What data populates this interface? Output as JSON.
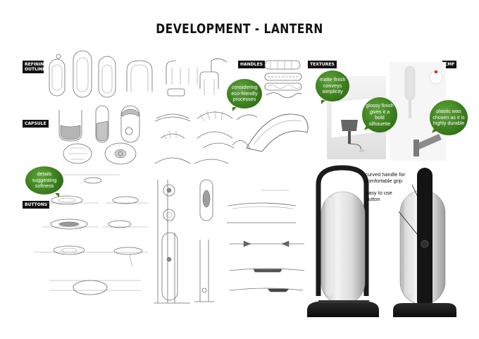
{
  "title": "DEVELOPMENT - LANTERN",
  "section_tags": {
    "refining_outline": "REFINING OUTLINE",
    "capsule": "CAPSULE",
    "buttons": "BUTTONS",
    "handles": "HANDLES",
    "textures": "TEXTURES",
    "cmf": "CMF"
  },
  "bubbles": {
    "eco": "considering eco-friendly processes",
    "softness": "details suggesting softness",
    "matte": "matte finish conveys simplicity",
    "glossy": "glossy finish gives it a bold silhouette",
    "plastic": "plastic was chosen as it is highly durable"
  },
  "annotations": {
    "handle": "curved handle for comfortable grip",
    "button": "easy to use button"
  },
  "colors": {
    "bubble_green": "#3c7f1e",
    "tag_black": "#111111",
    "lantern_body": "#1a1a1a",
    "capsule_glass": "#d9d9d9"
  }
}
